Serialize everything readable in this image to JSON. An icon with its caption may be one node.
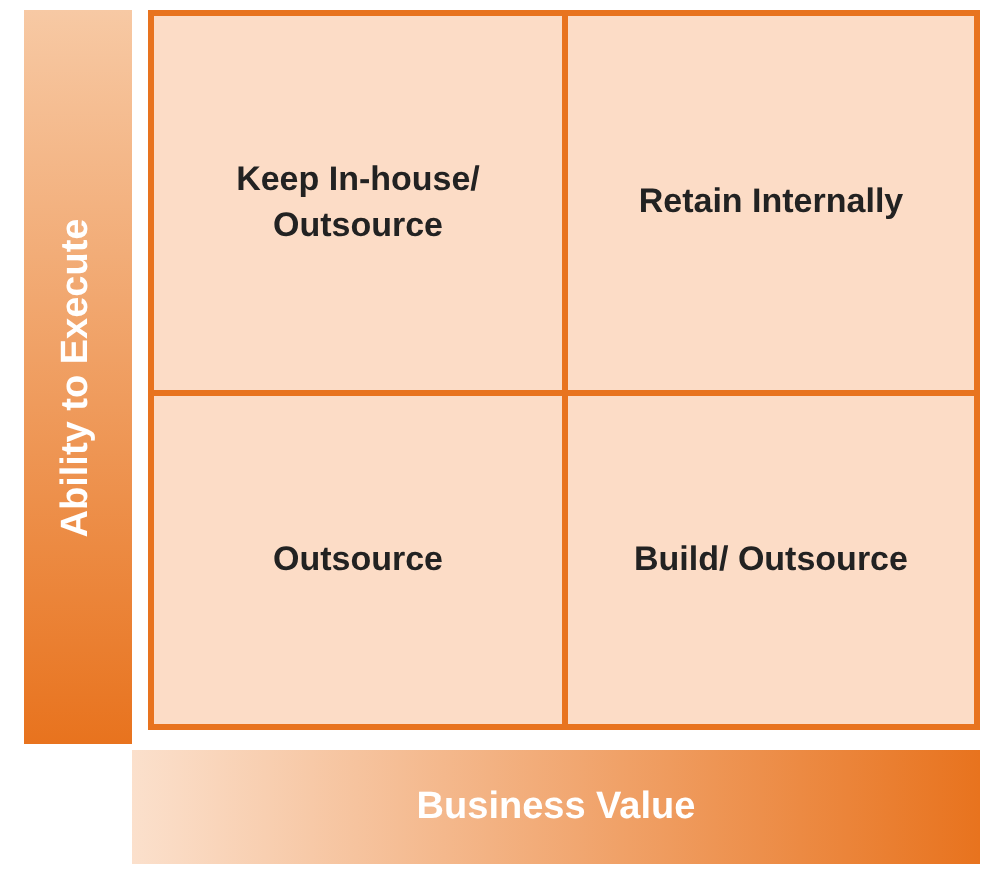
{
  "diagram": {
    "nodes": [
      {
        "text": [
          "Keep In-house/ Outsource"
        ]
      },
      {
        "text": [
          "Retain Internally"
        ]
      },
      {
        "text": [
          "Outsource"
        ]
      },
      {
        "text": [
          "Build/ Outsource"
        ]
      },
      {
        "text": [
          "Ability to Execute"
        ]
      },
      {
        "text": [
          "Business Value"
        ]
      }
    ]
  }
}
